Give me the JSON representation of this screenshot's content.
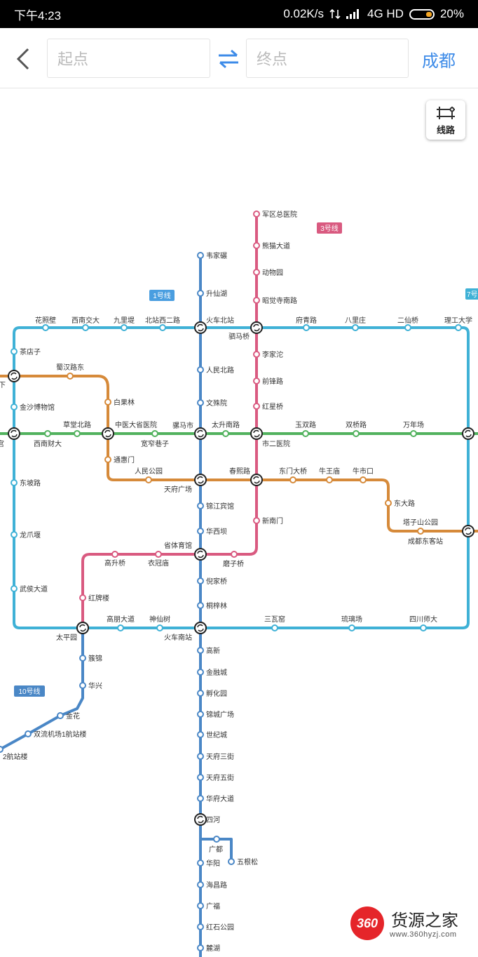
{
  "status_bar": {
    "time": "下午4:23",
    "speed": "0.02K/s",
    "network": "4G HD",
    "battery": "20%"
  },
  "search": {
    "start_placeholder": "起点",
    "end_placeholder": "终点",
    "city": "成都"
  },
  "route_button": {
    "label": "线路"
  },
  "watermark": {
    "badge": "360",
    "name": "货源之家",
    "url": "www.360hyzj.com"
  },
  "colors": {
    "line1": "#4a87c6",
    "line2": "#d68a3a",
    "line3": "#d95a80",
    "line4": "#52b25e",
    "line7": "#3fb1d6",
    "line10": "#4a87c6",
    "accent": "#3d8be8"
  },
  "map": {
    "line_badges": [
      {
        "id": "line1",
        "label": "1号线",
        "color": "#4a9ee0"
      },
      {
        "id": "line3",
        "label": "3号线",
        "color": "#d95a80"
      },
      {
        "id": "line7",
        "label": "7号",
        "color": "#3fb1d6"
      },
      {
        "id": "line10",
        "label": "10号线",
        "color": "#4a87c6"
      }
    ],
    "stations": [
      "军区总医院",
      "熊猫大道",
      "动物园",
      "昭觉寺南路",
      "驷马桥",
      "李家沱",
      "前锋路",
      "红星桥",
      "市二医院",
      "新南门",
      "磨子桥",
      "韦家碾",
      "升仙湖",
      "火车北站",
      "人民北路",
      "文殊院",
      "骡马市",
      "天府广场",
      "锦江宾馆",
      "华西坝",
      "省体育馆",
      "倪家桥",
      "桐梓林",
      "火车南站",
      "高新",
      "金融城",
      "孵化园",
      "锦城广场",
      "世纪城",
      "天府三街",
      "天府五街",
      "华府大道",
      "四河",
      "广都",
      "五根松",
      "华阳",
      "海昌路",
      "广福",
      "红石公园",
      "麓湖",
      "花照壁",
      "西南交大",
      "九里堤",
      "北站西二路",
      "府青路",
      "八里庄",
      "二仙桥",
      "理工大学",
      "茶店子",
      "金沙博物馆",
      "东坡路",
      "龙爪堰",
      "武侯大道",
      "太平园",
      "高朋大道",
      "神仙树",
      "三瓦窑",
      "琉璃场",
      "四川师大",
      "成都东客站",
      "蜀汉路东",
      "白果林",
      "通惠门",
      "人民公园",
      "春熙路",
      "东门大桥",
      "牛王庙",
      "牛市口",
      "东大路",
      "塔子山公园",
      "草堂北路",
      "西南财大",
      "中医大省医院",
      "宽窄巷子",
      "太升南路",
      "玉双路",
      "双桥路",
      "万年场",
      "高升桥",
      "衣冠庙",
      "红牌楼",
      "簇锦",
      "华兴",
      "金花",
      "双流机场1航站楼",
      "2航站楼",
      "下",
      "宫"
    ]
  }
}
